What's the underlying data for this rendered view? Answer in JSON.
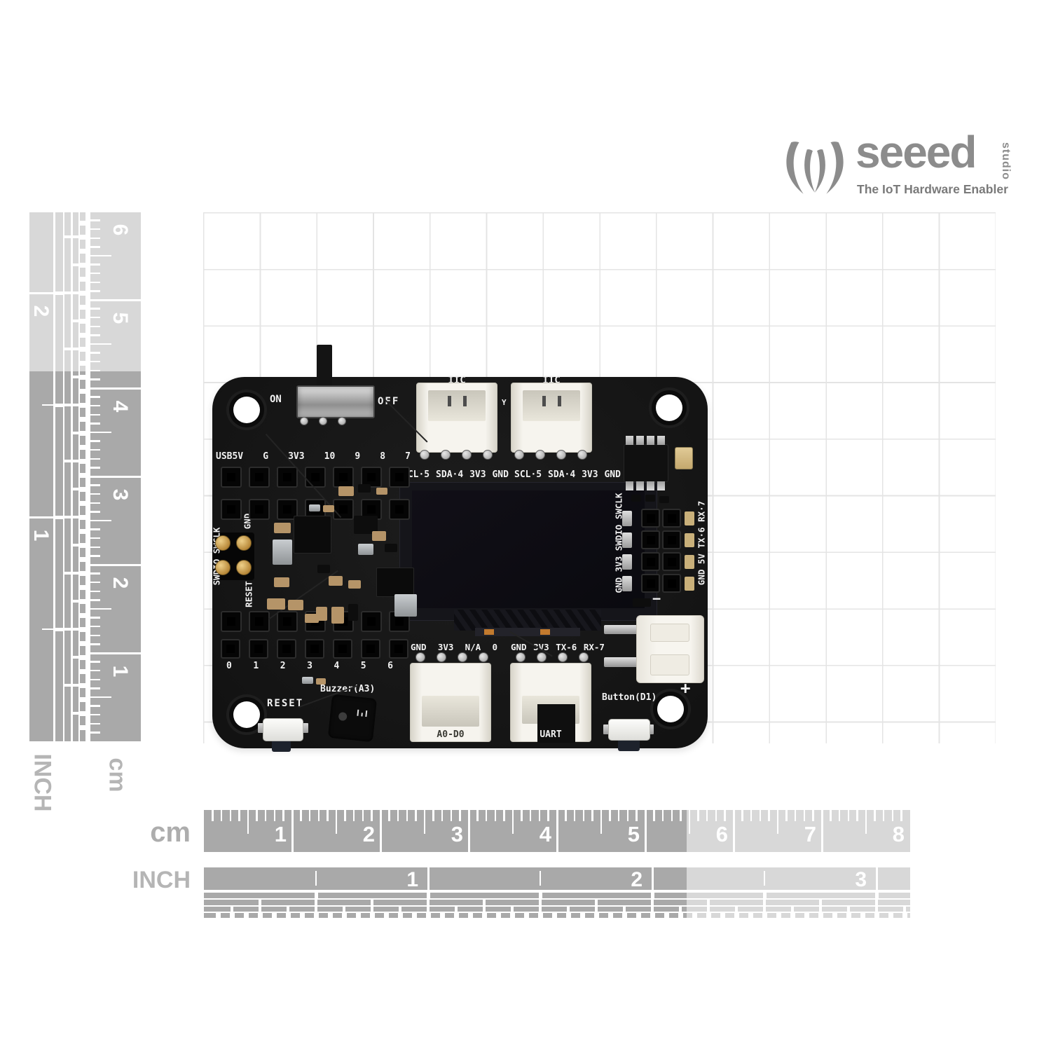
{
  "logo": {
    "brand": "seeed",
    "suffix": "studio",
    "tagline": "The IoT Hardware Enabler"
  },
  "rulers": {
    "left_inch": {
      "unit": "INCH",
      "numbers": [
        "2",
        "1"
      ]
    },
    "left_cm": {
      "unit": "cm",
      "numbers": [
        "6",
        "5",
        "4",
        "3",
        "2",
        "1"
      ]
    },
    "bottom_cm": {
      "unit": "cm",
      "numbers": [
        "1",
        "2",
        "3",
        "4",
        "5",
        "6",
        "7",
        "8"
      ]
    },
    "bottom_inch": {
      "unit": "INCH",
      "numbers": [
        "1",
        "2",
        "3"
      ]
    }
  },
  "board": {
    "power_switch": {
      "on_label": "ON",
      "off_label": "OFF"
    },
    "iic_left_label": "IIC",
    "iic_right_label": "IIC",
    "iic_left_pins": [
      "SCL·5",
      "SDA·4",
      "3V3",
      "GND"
    ],
    "iic_right_pins": [
      "SCL·5",
      "SDA·4",
      "3V3",
      "GND"
    ],
    "silk_y": "Y",
    "top_header_labels": [
      "USB5V",
      "G",
      "3V3",
      "10",
      "9",
      "8",
      "7"
    ],
    "swd_label": "SWDIO SWCLK",
    "gnd_label": "GND",
    "reset_pad_label": "RESET",
    "bottom_header_labels": [
      "0",
      "1",
      "2",
      "3",
      "4",
      "5",
      "6"
    ],
    "buzzer_label": "Buzzer(A3)",
    "reset_button_label": "RESET",
    "a0d0_pins": [
      "GND",
      "3V3",
      "N/A",
      "0"
    ],
    "uart_pins": [
      "GND",
      "3V3",
      "TX-6",
      "RX-7"
    ],
    "a0d0_label": "A0-D0",
    "uart_label": "UART",
    "button_label": "Button(D1)",
    "right_header_left_label": "GND 3V3 SWDIO SWCLK",
    "right_header_right_label": "GND 5V TX·6 RX·7",
    "battery_minus": "−",
    "battery_plus": "+"
  },
  "colors": {
    "pcb": "#161616",
    "ruler_dark": "#a9a9a9",
    "ruler_light": "#d8d8d8",
    "grid_line": "#e4e4e4",
    "logo_gray": "#8c8c8c",
    "silk_white": "#f2f2f2",
    "connector_white": "#f6f4ee",
    "gold": "#c9a24a"
  }
}
